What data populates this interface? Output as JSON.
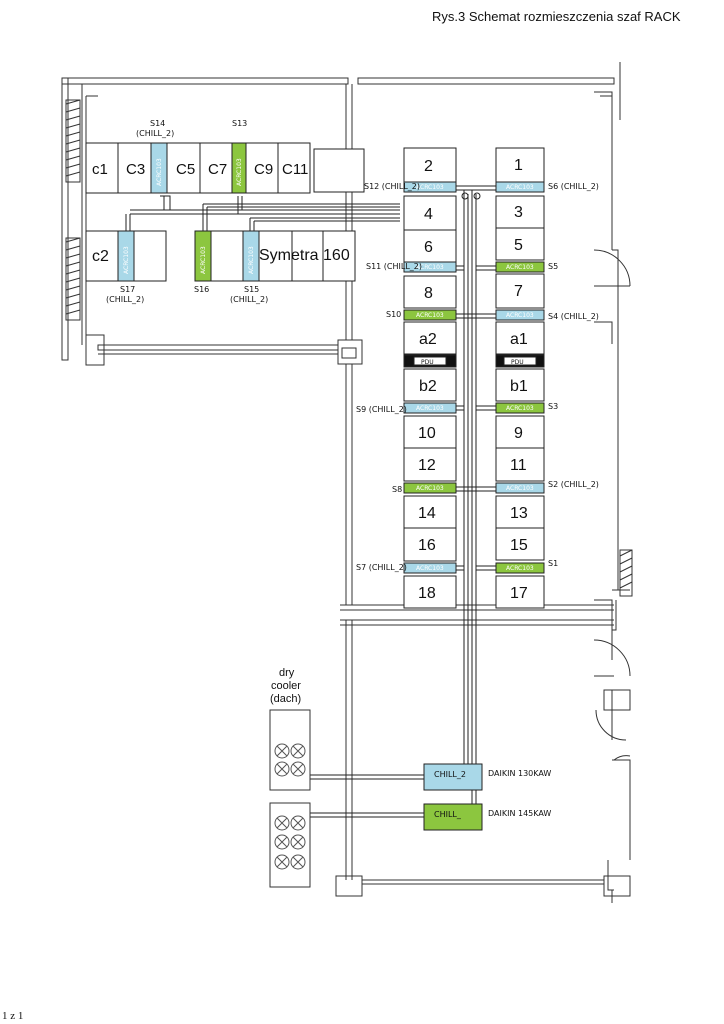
{
  "title": "Rys.3 Schemat rozmieszczenia szaf RACK",
  "page_footer": "1 z 1",
  "colors": {
    "blue_unit": "#a9d8e8",
    "green_unit": "#8cc63f",
    "rack_fill": "#ffffff",
    "line": "#222222"
  },
  "unit_model": "ACRC103",
  "pdu_label": "PDU",
  "left_row_top": [
    "c1",
    "C3",
    "C5",
    "C7",
    "C9",
    "C11"
  ],
  "left_row_bottom": [
    "c2",
    "Symetra 160"
  ],
  "racks_left_col": [
    "2",
    "4",
    "6",
    "8",
    "a2",
    "b2",
    "10",
    "12",
    "14",
    "16",
    "18"
  ],
  "racks_right_col": [
    "1",
    "3",
    "5",
    "7",
    "a1",
    "b1",
    "9",
    "11",
    "13",
    "15",
    "17"
  ],
  "labels": {
    "s14": "S14",
    "s14_sub": "(CHILL_2)",
    "s13": "S13",
    "s17": "S17",
    "s17_sub": "(CHILL_2)",
    "s16": "S16",
    "s15": "S15",
    "s15_sub": "(CHILL_2)",
    "s12": "S12 (CHILL_2)",
    "s11": "S11 (CHILL_2)",
    "s10": "S10",
    "s9": "S9 (CHILL_2)",
    "s8": "S8",
    "s7": "S7 (CHILL_2)",
    "s6": "S6 (CHILL_2)",
    "s5": "S5",
    "s4": "S4 (CHILL_2)",
    "s3": "S3",
    "s2": "S2 (CHILL_2)",
    "s1": "S1"
  },
  "dry_cooler": {
    "line1": "dry",
    "line2": "cooler",
    "line3": "(dach)"
  },
  "chillers": [
    {
      "name": "CHILL_2",
      "model": "DAIKIN 130KAW"
    },
    {
      "name": "CHILL_",
      "model": "DAIKIN 145KAW"
    }
  ]
}
